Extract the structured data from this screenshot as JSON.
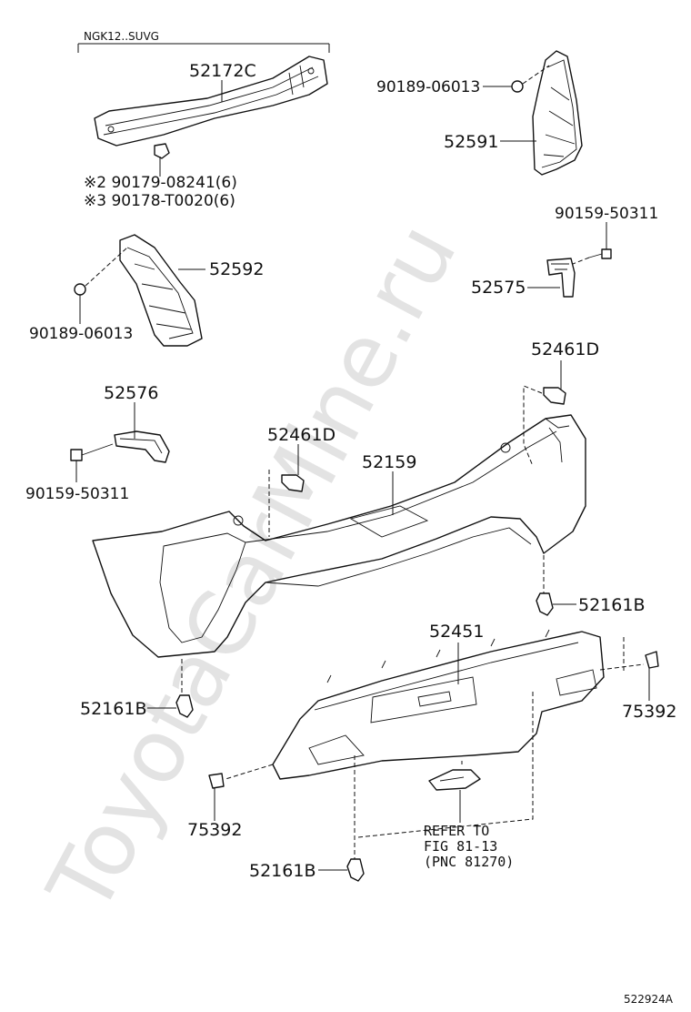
{
  "watermark": "ToyotaCarMine.ru",
  "diagram_id": "522924A",
  "labels": {
    "ngk": "NGK12..SUVG",
    "p52172c": "52172C",
    "p90189_top": "90189-06013",
    "p52591": "52591",
    "p90179": "※2 90179-08241(6)",
    "p90178": "※3 90178-T0020(6)",
    "p90159_right": "90159-50311",
    "p52592": "52592",
    "p52575": "52575",
    "p90189_left": "90189-06013",
    "p52461d_right": "52461D",
    "p52576": "52576",
    "p52461d_mid": "52461D",
    "p52159": "52159",
    "p90159_left": "90159-50311",
    "p52161b_right": "52161B",
    "p52451": "52451",
    "p52161b_left": "52161B",
    "p75392_right": "75392",
    "p75392_left": "75392",
    "refer_1": "REFER TO",
    "refer_2": "FIG 81-13",
    "refer_3": "(PNC 81270)",
    "p52161b_bottom": "52161B"
  }
}
